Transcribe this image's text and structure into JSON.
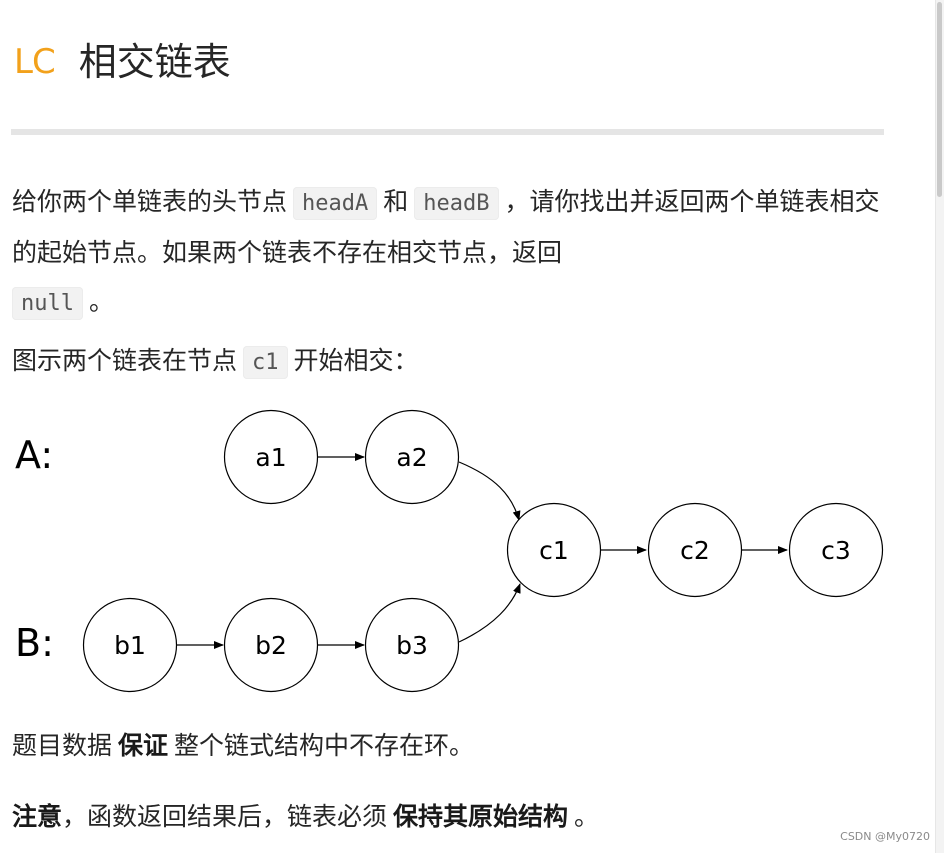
{
  "header": {
    "logo": "LC",
    "title": "相交链表"
  },
  "para1": {
    "t1": "给你两个单链表的头节点",
    "code1": "headA",
    "t2": "和",
    "code2": "headB",
    "t3": "，请你找出并返回两个单链表相交的起始节点。如果两个链表不存在相交节点，返回",
    "code3": "null",
    "t4": "。"
  },
  "para2": {
    "t1": "图示两个链表在节点",
    "code1": "c1",
    "t2": "开始相交："
  },
  "diagram": {
    "list_a_label": "A:",
    "list_b_label": "B:",
    "nodes": {
      "a1": "a1",
      "a2": "a2",
      "b1": "b1",
      "b2": "b2",
      "b3": "b3",
      "c1": "c1",
      "c2": "c2",
      "c3": "c3"
    }
  },
  "para3": {
    "t1": "题目数据",
    "b1": "保证",
    "t2": "整个链式结构中不存在环。"
  },
  "para4": {
    "b1": "注意",
    "t1": "，函数返回结果后，链表必须",
    "b2": "保持其原始结构",
    "t2": "。"
  },
  "watermark": "CSDN @My0720"
}
